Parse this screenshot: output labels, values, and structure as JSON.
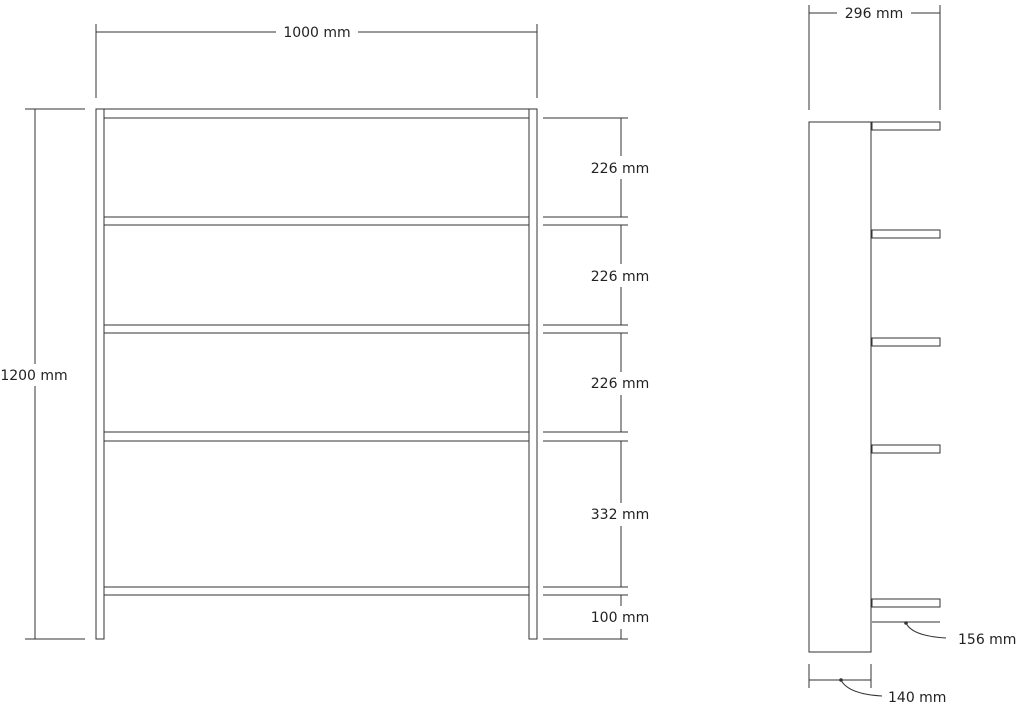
{
  "front_view": {
    "width_label": "1000 mm",
    "height_label": "1200 mm",
    "spacings": [
      "226 mm",
      "226 mm",
      "226 mm",
      "332 mm",
      "100 mm"
    ]
  },
  "side_view": {
    "depth_label": "296 mm",
    "shelf_label": "156 mm",
    "frame_label": "140 mm"
  }
}
